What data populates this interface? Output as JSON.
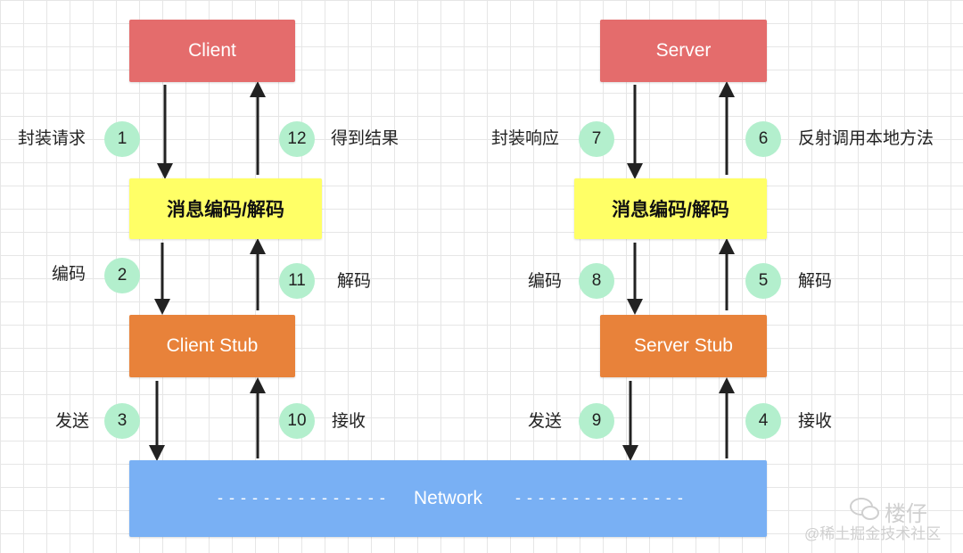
{
  "nodes": {
    "client": "Client",
    "server": "Server",
    "client_codec": "消息编码/解码",
    "server_codec": "消息编码/解码",
    "client_stub": "Client Stub",
    "server_stub": "Server Stub",
    "network": "Network",
    "network_dashes_left": "- - - - - - - - - - - - - - -",
    "network_dashes_right": "- - - - - - - - - - - - - - -"
  },
  "steps": [
    {
      "number": "1",
      "label": "封装请求"
    },
    {
      "number": "2",
      "label": "编码"
    },
    {
      "number": "3",
      "label": "发送"
    },
    {
      "number": "4",
      "label": "接收"
    },
    {
      "number": "5",
      "label": "解码"
    },
    {
      "number": "6",
      "label": "反射调用本地方法"
    },
    {
      "number": "7",
      "label": "封装响应"
    },
    {
      "number": "8",
      "label": "编码"
    },
    {
      "number": "9",
      "label": "发送"
    },
    {
      "number": "10",
      "label": "接收"
    },
    {
      "number": "11",
      "label": "解码"
    },
    {
      "number": "12",
      "label": "得到结果"
    }
  ],
  "watermark": {
    "author": "楼仔",
    "community": "@稀土掘金技术社区"
  },
  "colors": {
    "endpoint": "#e46c6c",
    "codec": "#ffff66",
    "stub": "#e8823a",
    "network": "#79b0f4",
    "badge": "#b3efcd",
    "arrow": "#222222"
  }
}
